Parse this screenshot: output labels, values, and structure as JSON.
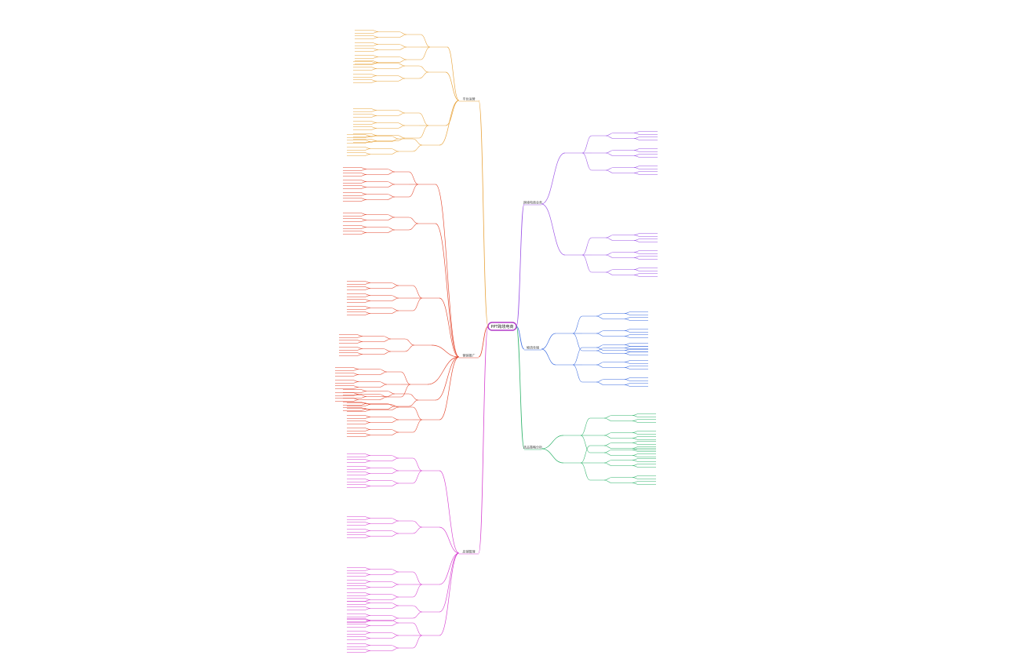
{
  "root": {
    "label": "PPT跨境电商"
  },
  "colors": {
    "orange": "#e8a33a",
    "red": "#e3452c",
    "magenta": "#d63fd0",
    "purple": "#9b52e6",
    "blue": "#3a6be0",
    "green": "#2fb36a"
  },
  "branches": [
    {
      "id": "left-orange",
      "label": "平台运营",
      "color": "orange"
    },
    {
      "id": "left-red",
      "label": "营销推广",
      "color": "red"
    },
    {
      "id": "left-magenta",
      "label": "店铺管理",
      "color": "magenta"
    },
    {
      "id": "right-purple",
      "label": "跨境电商业务",
      "color": "purple"
    },
    {
      "id": "right-blue",
      "label": "物流仓储",
      "color": "blue"
    },
    {
      "id": "right-green",
      "label": "选品策略分析",
      "color": "green"
    }
  ]
}
